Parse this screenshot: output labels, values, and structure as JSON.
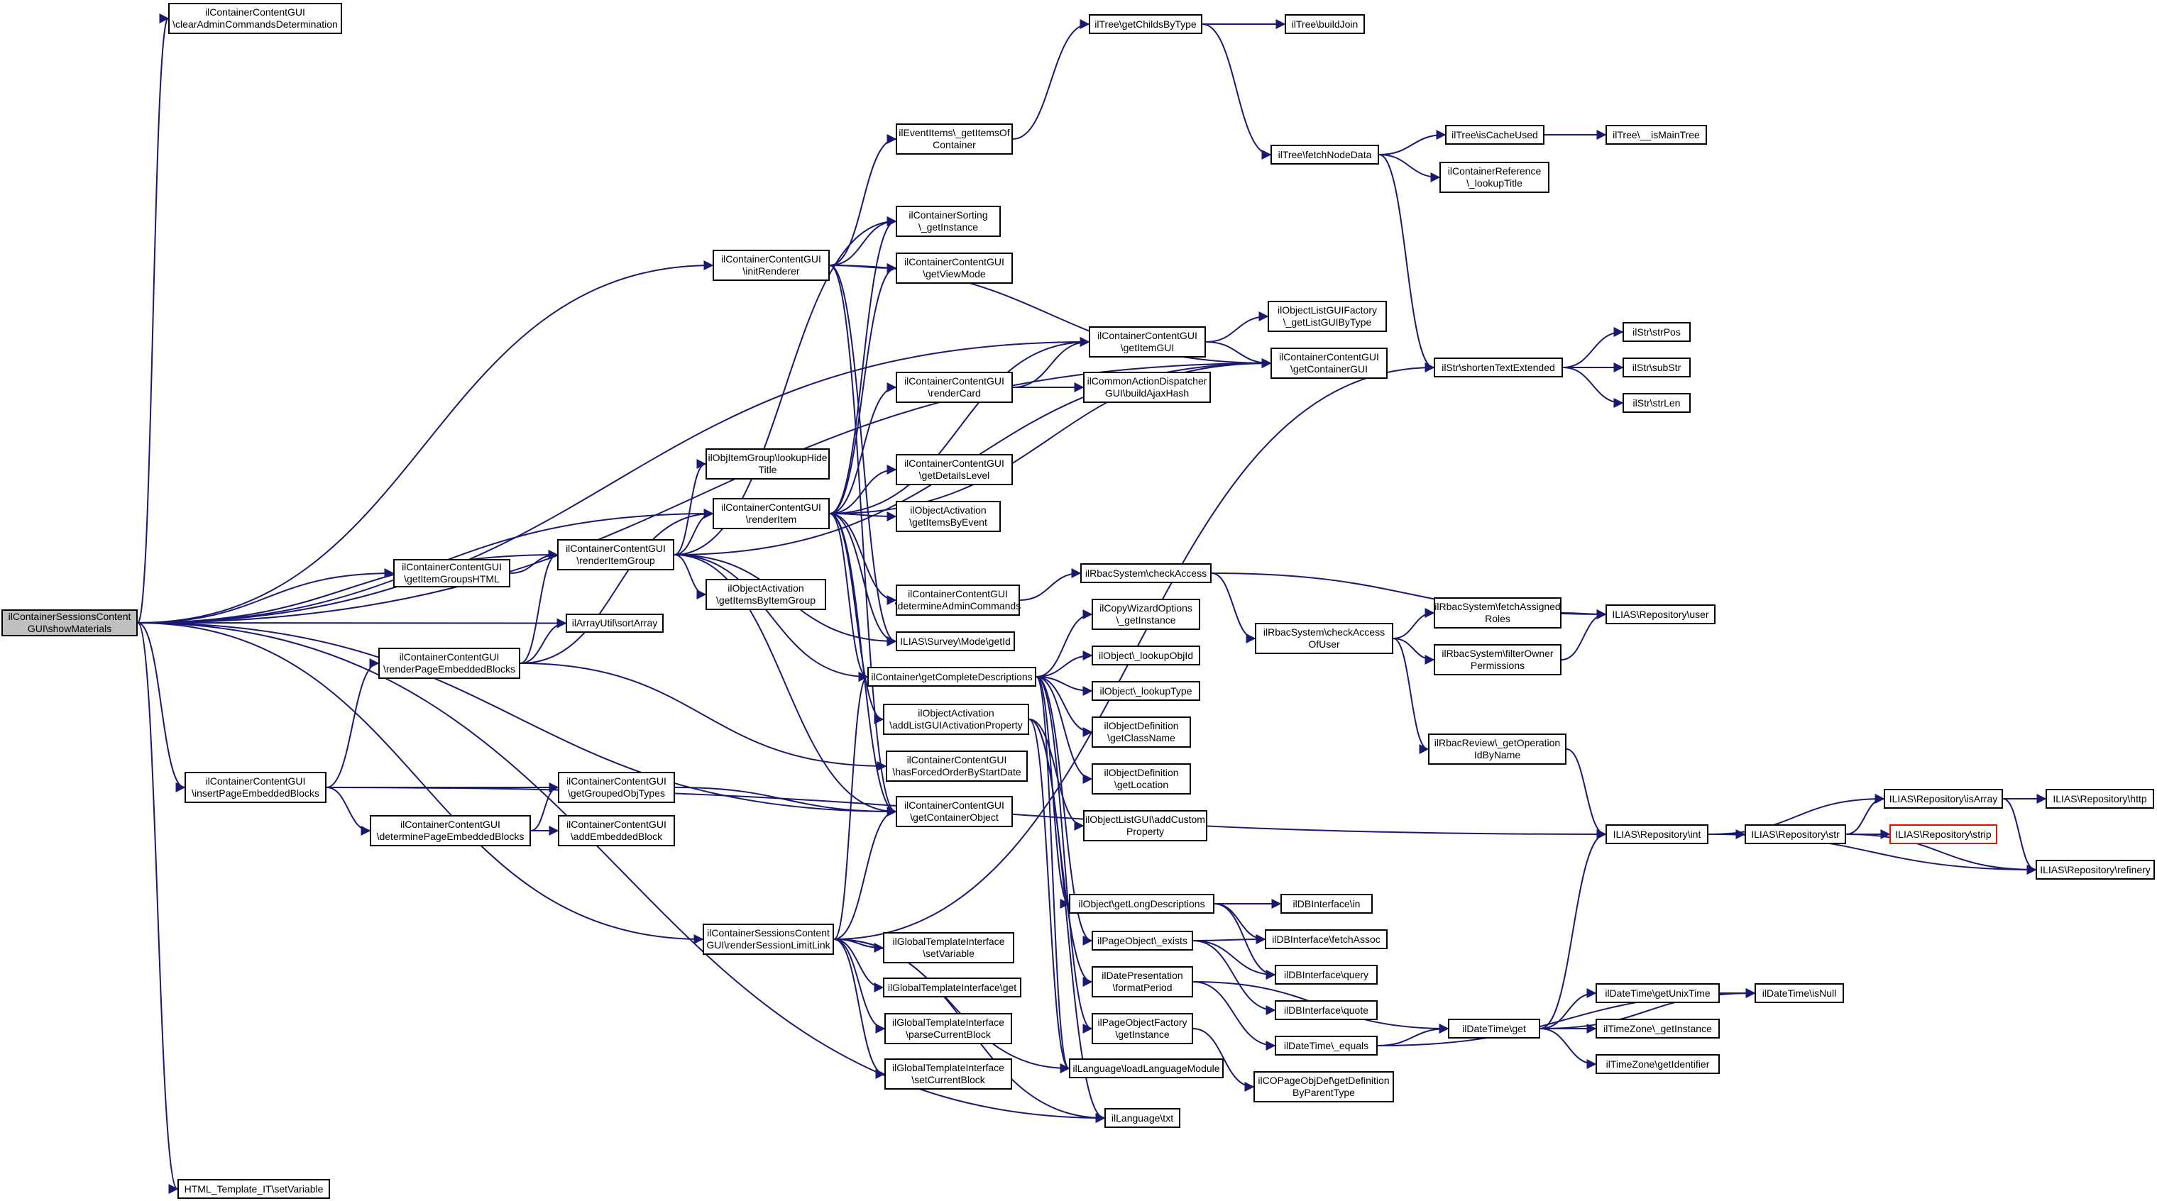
{
  "colors": {
    "edge": "#191970",
    "root_fill": "#c0c0c0",
    "node_border": "#000000",
    "truncated_border": "#ff0000"
  },
  "nodes": {
    "n_root": "ilContainerSessionsContent\nGUI\\showMaterials",
    "n_clearAdmin": "ilContainerContentGUI\n\\clearAdminCommandsDetermination",
    "n_getItemGroupsHTML": "ilContainerContentGUI\n\\getItemGroupsHTML",
    "n_renderItemGroup": "ilContainerContentGUI\n\\renderItemGroup",
    "n_renderPageEmbedded": "ilContainerContentGUI\n\\renderPageEmbeddedBlocks",
    "n_insertPageEmbedded": "ilContainerContentGUI\n\\insertPageEmbeddedBlocks",
    "n_determinePageEmbedded": "ilContainerContentGUI\n\\determinePageEmbeddedBlocks",
    "n_getGroupedObjTypes": "ilContainerContentGUI\n\\getGroupedObjTypes",
    "n_addEmbeddedBlock": "ilContainerContentGUI\n\\addEmbeddedBlock",
    "n_sortArray": "ilArrayUtil\\sortArray",
    "n_lookupHideTitle": "ilObjItemGroup\\lookupHide\nTitle",
    "n_getItemsByItemGroup": "ilObjectActivation\n\\getItemsByItemGroup",
    "n_initRenderer": "ilContainerContentGUI\n\\initRenderer",
    "n_renderItem": "ilContainerContentGUI\n\\renderItem",
    "n_renderSessionLimitLink": "ilContainerSessionsContent\nGUI\\renderSessionLimitLink",
    "n_htmlSetVariable": "HTML_Template_IT\\setVariable",
    "n_eventItems": "ilEventItems\\_getItemsOf\nContainer",
    "n_sortingGetInstance": "ilContainerSorting\n\\_getInstance",
    "n_getViewMode": "ilContainerContentGUI\n\\getViewMode",
    "n_renderCard": "ilContainerContentGUI\n\\renderCard",
    "n_getDetailsLevel": "ilContainerContentGUI\n\\getDetailsLevel",
    "n_getItemsByEvent": "ilObjectActivation\n\\getItemsByEvent",
    "n_determineAdminCommands": "ilContainerContentGUI\n\\determineAdminCommands",
    "n_surveyGetId": "ILIAS\\Survey\\Mode\\getId",
    "n_getCompleteDescriptions": "ilContainer\\getCompleteDescriptions",
    "n_addListGUIActivation": "ilObjectActivation\n\\addListGUIActivationProperty",
    "n_hasForcedOrder": "ilContainerContentGUI\n\\hasForcedOrderByStartDate",
    "n_getContainerObject": "ilContainerContentGUI\n\\getContainerObject",
    "n_gtSetVariable": "ilGlobalTemplateInterface\n\\setVariable",
    "n_gtGet": "ilGlobalTemplateInterface\\get",
    "n_gtParseCurrentBlock": "ilGlobalTemplateInterface\n\\parseCurrentBlock",
    "n_gtSetCurrentBlock": "ilGlobalTemplateInterface\n\\setCurrentBlock",
    "n_getChildsByType": "ilTree\\getChildsByType",
    "n_buildJoin": "ilTree\\buildJoin",
    "n_getItemGUI": "ilContainerContentGUI\n\\getItemGUI",
    "n_buildAjaxHash": "ilCommonActionDispatcher\nGUI\\buildAjaxHash",
    "n_checkAccess": "ilRbacSystem\\checkAccess",
    "n_copyWizard": "ilCopyWizardOptions\n\\_getInstance",
    "n_lookupObjId": "ilObject\\_lookupObjId",
    "n_lookupType": "ilObject\\_lookupType",
    "n_getClassName": "ilObjectDefinition\n\\getClassName",
    "n_getLocation": "ilObjectDefinition\n\\getLocation",
    "n_addCustomProperty": "ilObjectListGUI\\addCustom\nProperty",
    "n_getLongDescriptions": "ilObject\\getLongDescriptions",
    "n_pageExists": "ilPageObject\\_exists",
    "n_formatPeriod": "ilDatePresentation\n\\formatPeriod",
    "n_pageFactory": "ilPageObjectFactory\n\\getInstance",
    "n_loadLanguageModule": "ilLanguage\\loadLanguageModule",
    "n_languageTxt": "ilLanguage\\txt",
    "n_fetchNodeData": "ilTree\\fetchNodeData",
    "n_getListGUIByType": "ilObjectListGUIFactory\n\\_getListGUIByType",
    "n_getContainerGUI": "ilContainerContentGUI\n\\getContainerGUI",
    "n_shortenText": "ilStr\\shortenTextExtended",
    "n_checkAccessOfUser": "ilRbacSystem\\checkAccess\nOfUser",
    "n_getOperationIdByName": "ilRbacReview\\_getOperation\nIdByName",
    "n_dbIn": "ilDBInterface\\in",
    "n_dbFetchAssoc": "ilDBInterface\\fetchAssoc",
    "n_dbQuery": "ilDBInterface\\query",
    "n_dbQuote": "ilDBInterface\\quote",
    "n_dtEquals": "ilDateTime\\_equals",
    "n_copageDef": "ilCOPageObjDef\\getDefinition\nByParentType",
    "n_isCacheUsed": "ilTree\\isCacheUsed",
    "n_isMainTree": "ilTree\\__isMainTree",
    "n_lookupTitle": "ilContainerReference\n\\_lookupTitle",
    "n_fetchAssignedRoles": "ilRbacSystem\\fetchAssigned\nRoles",
    "n_filterOwnerPermissions": "ilRbacSystem\\filterOwner\nPermissions",
    "n_repoUser": "ILIAS\\Repository\\user",
    "n_repoInt": "ILIAS\\Repository\\int",
    "n_dtGet": "ilDateTime\\get",
    "n_getUnixTime": "ilDateTime\\getUnixTime",
    "n_tzGetInstance": "ilTimeZone\\_getInstance",
    "n_tzGetIdentifier": "ilTimeZone\\getIdentifier",
    "n_isNull": "ilDateTime\\isNull",
    "n_strPos": "ilStr\\strPos",
    "n_subStr": "ilStr\\subStr",
    "n_strLen": "ilStr\\strLen",
    "n_repoIsArray": "ILIAS\\Repository\\isArray",
    "n_repoStr": "ILIAS\\Repository\\str",
    "n_repoStrip": "ILIAS\\Repository\\strip",
    "n_repoHttp": "ILIAS\\Repository\\http",
    "n_repoRefinery": "ILIAS\\Repository\\refinery"
  }
}
